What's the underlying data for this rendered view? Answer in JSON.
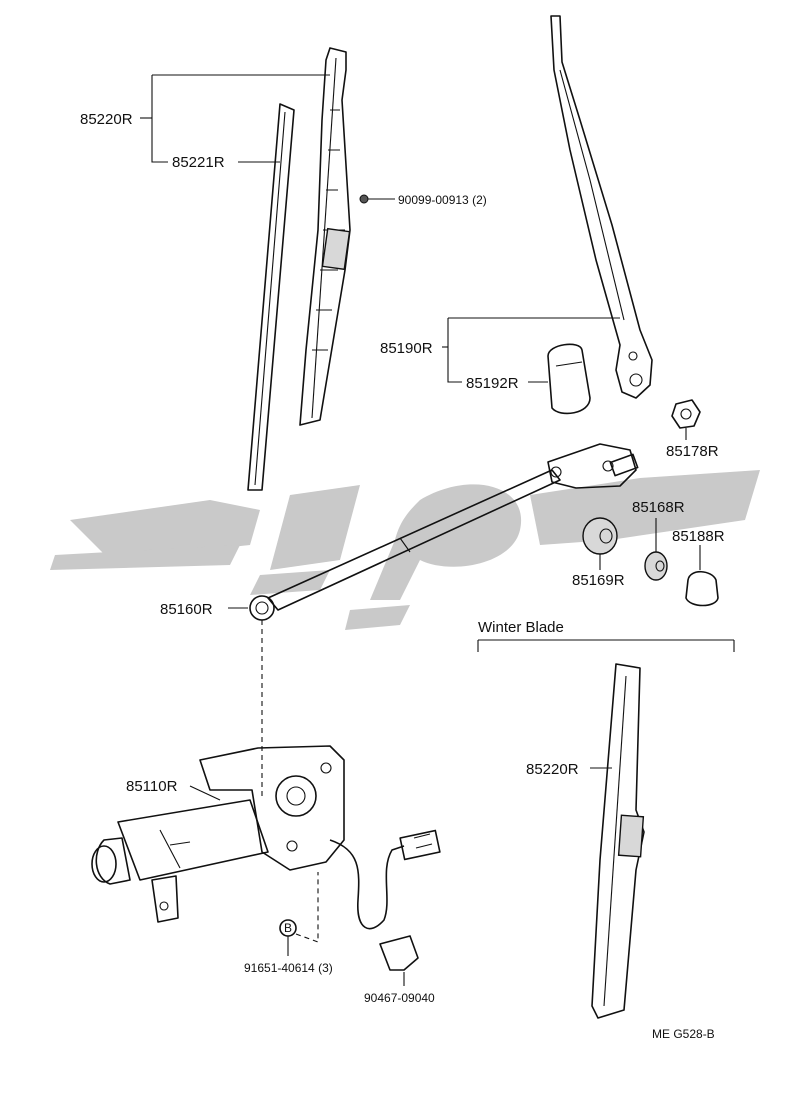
{
  "labels": {
    "p85220R_top": "85220R",
    "p85221R": "85221R",
    "p90099": "90099-00913 (2)",
    "p85190R": "85190R",
    "p85192R": "85192R",
    "p85178R": "85178R",
    "p85168R": "85168R",
    "p85188R": "85188R",
    "p85169R": "85169R",
    "p85160R": "85160R",
    "winter_blade": "Winter Blade",
    "p85220R_winter": "85220R",
    "p85110R": "85110R",
    "p91651": "91651-40614 (3)",
    "p90467": "90467-09040",
    "footer_code": "ME  G528-B"
  },
  "icons": {
    "bolt_marker": "B"
  },
  "colors": {
    "ink": "#111111",
    "watermark": "#c9c9c9"
  }
}
